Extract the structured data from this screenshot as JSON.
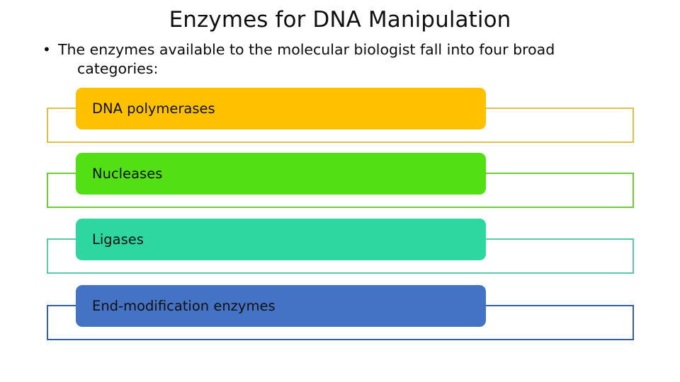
{
  "slide": {
    "title": "Enzymes for DNA Manipulation",
    "background_color": "#FFFFFF",
    "text_color": "#101010"
  },
  "body": {
    "bullet_marker": "•",
    "bullet_line_1": "The enzymes available to the molecular biologist fall into four broad",
    "bullet_line_2": "categories:"
  },
  "process": {
    "rows": [
      {
        "label": "DNA polymerases",
        "fill_color": "#FFC000",
        "outline_color": "#E0C04A"
      },
      {
        "label": "Nucleases",
        "fill_color": "#52E015",
        "outline_color": "#70CC3A"
      },
      {
        "label": "Ligases",
        "fill_color": "#2ED6A0",
        "outline_color": "#5BC9AD"
      },
      {
        "label": "End-modification enzymes",
        "fill_color": "#4472C4",
        "outline_color": "#3A6098"
      }
    ]
  }
}
